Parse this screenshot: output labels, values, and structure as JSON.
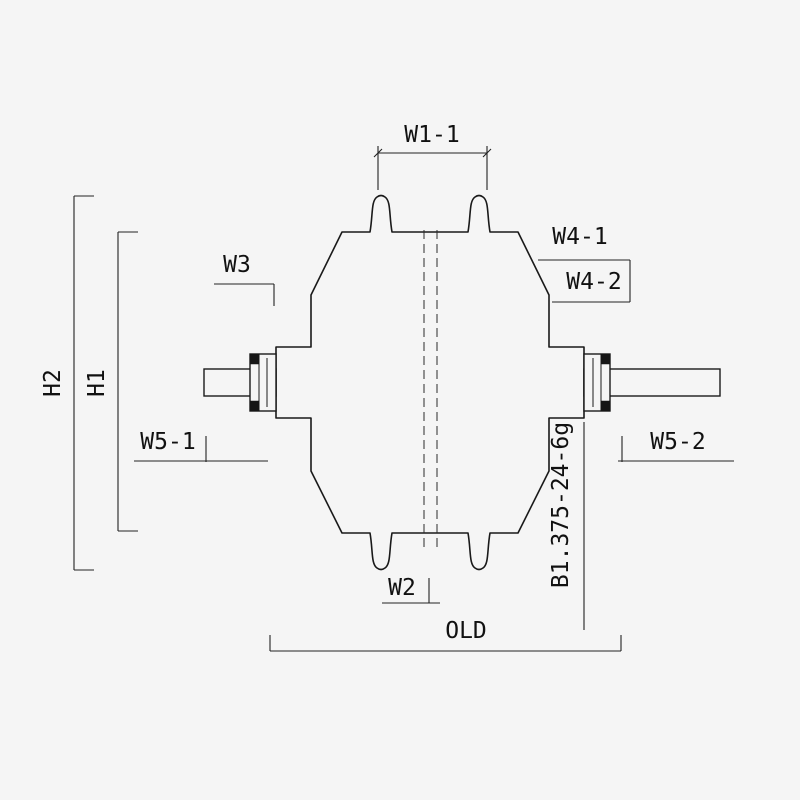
{
  "colors": {
    "background": "#f5f5f5",
    "line": "#1a1a1a",
    "dimension": "#222222"
  },
  "labels": {
    "w1_1": "W1-1",
    "w2": "W2",
    "w3": "W3",
    "w4_1": "W4-1",
    "w4_2": "W4-2",
    "w5_1": "W5-1",
    "w5_2": "W5-2",
    "h1": "H1",
    "h2": "H2",
    "old": "OLD",
    "thread": "B1.375-24-6g"
  }
}
